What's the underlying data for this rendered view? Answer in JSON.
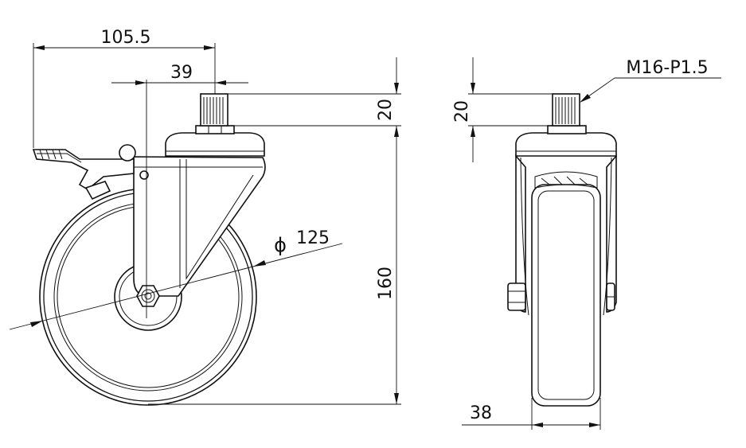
{
  "dimensions": {
    "overall_width": "105.5",
    "stem_offset": "39",
    "stem_height_side": "20",
    "overall_height": "160",
    "wheel_diameter": "125",
    "diameter_symbol": "ϕ",
    "thread": "M16-P1.5",
    "stem_height_front": "20",
    "wheel_width": "38"
  }
}
